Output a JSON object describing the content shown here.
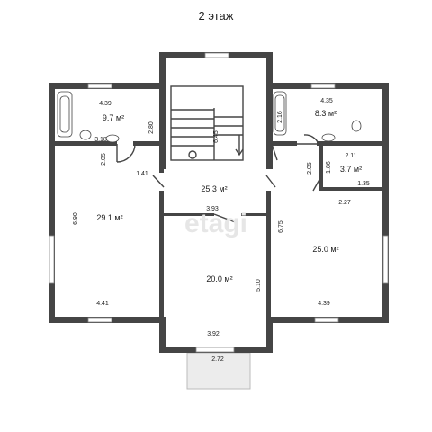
{
  "floor_title": "2 этаж",
  "watermark": "etagi",
  "rooms": [
    {
      "id": "bath_left",
      "area": "9.7 м²",
      "dims": [
        "4.39",
        "3.18",
        "2.80"
      ]
    },
    {
      "id": "bath_right",
      "area": "8.3 м²",
      "dims": [
        "4.35",
        "2.16",
        "2.11"
      ]
    },
    {
      "id": "closet",
      "area": "3.7 м²",
      "dims": [
        "1.86",
        "1.35",
        "2.05"
      ]
    },
    {
      "id": "hall",
      "area": "25.3 м²",
      "dims": [
        "1.41",
        "3.93",
        "6.45",
        "2.27"
      ]
    },
    {
      "id": "bedroom_left",
      "area": "29.1 м²",
      "dims": [
        "6.90",
        "4.41",
        "2.05"
      ]
    },
    {
      "id": "bedroom_center",
      "area": "20.0 м²",
      "dims": [
        "5.10",
        "3.92"
      ]
    },
    {
      "id": "bedroom_right",
      "area": "25.0 м²",
      "dims": [
        "6.75",
        "4.39"
      ]
    },
    {
      "id": "balcony",
      "area": "",
      "dims": [
        "2.72"
      ]
    }
  ]
}
